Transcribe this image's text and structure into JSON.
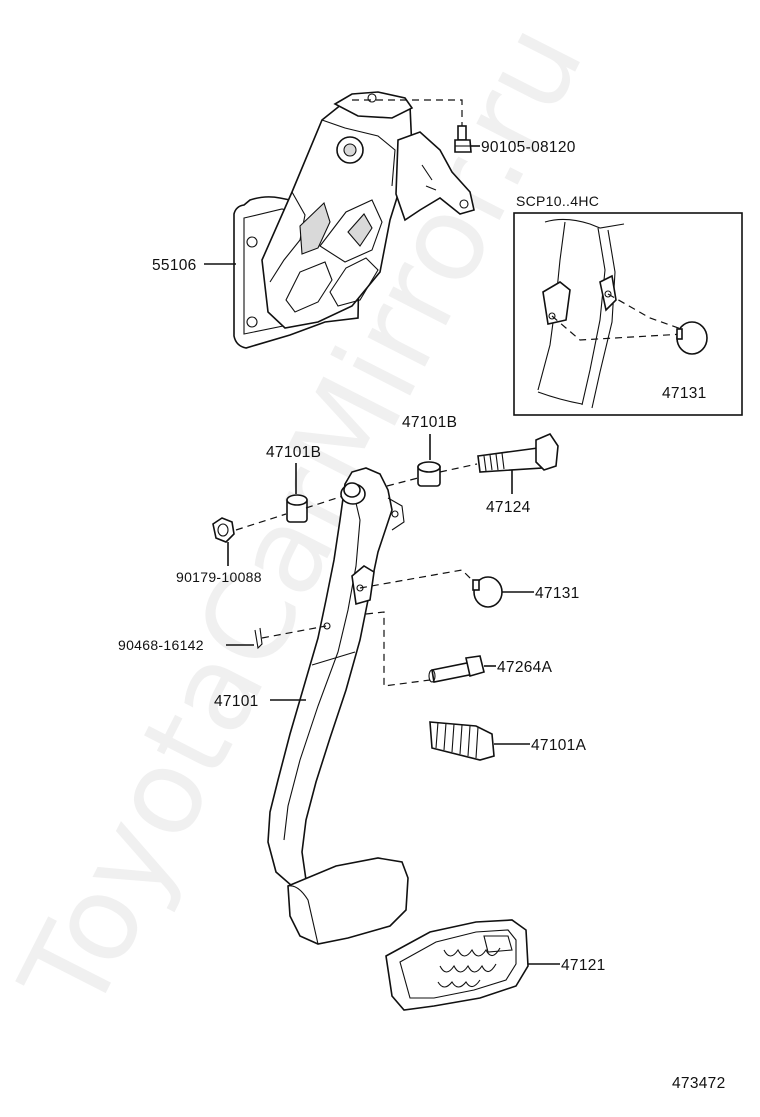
{
  "watermark": "ToyotaCarMirror.ru",
  "inset": {
    "title": "SCP10..4HC",
    "part": "47131"
  },
  "labels": {
    "bolt_top": "90105-08120",
    "bracket": "55106",
    "bushing_left": "47101B",
    "bushing_right": "47101B",
    "bolt_pivot": "47124",
    "nut": "90179-10088",
    "stopper": "47131",
    "pin": "90468-16142",
    "pedal_arm": "47101",
    "pin_pushrod": "47264A",
    "spring_cover": "47101A",
    "pedal_pad": "47121"
  },
  "diagram_code": "473472"
}
